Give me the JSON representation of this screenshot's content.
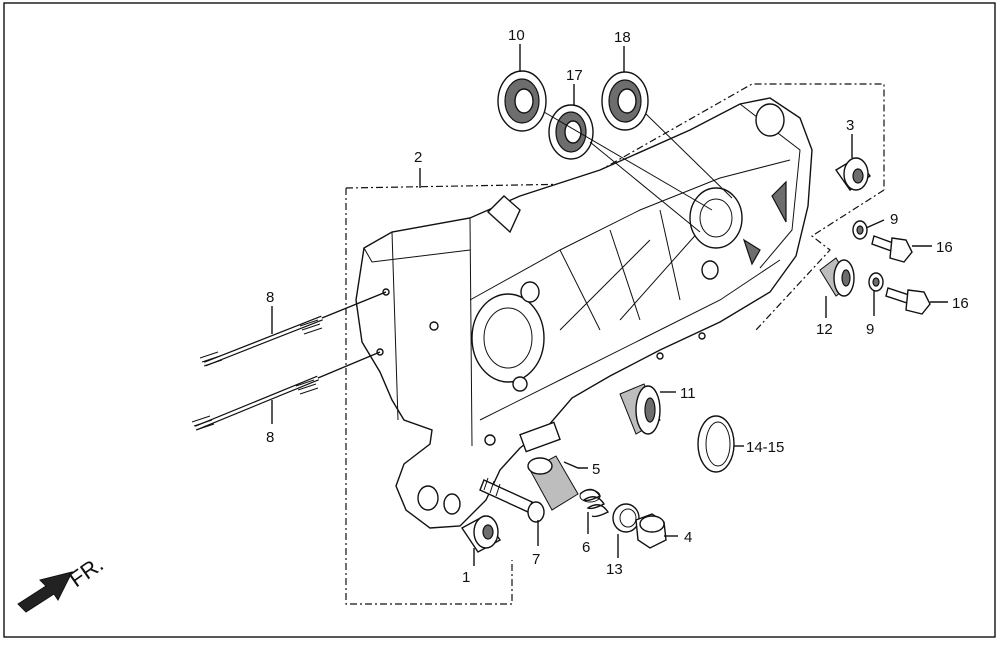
{
  "diagram": {
    "direction_label": "FR.",
    "callouts": [
      {
        "id": "c1",
        "text": "1"
      },
      {
        "id": "c2",
        "text": "2"
      },
      {
        "id": "c3",
        "text": "3"
      },
      {
        "id": "c4",
        "text": "4"
      },
      {
        "id": "c5",
        "text": "5"
      },
      {
        "id": "c6",
        "text": "6"
      },
      {
        "id": "c7",
        "text": "7"
      },
      {
        "id": "c8a",
        "text": "8"
      },
      {
        "id": "c8b",
        "text": "8"
      },
      {
        "id": "c9a",
        "text": "9"
      },
      {
        "id": "c9b",
        "text": "9"
      },
      {
        "id": "c10",
        "text": "10"
      },
      {
        "id": "c11",
        "text": "11"
      },
      {
        "id": "c12",
        "text": "12"
      },
      {
        "id": "c13",
        "text": "13"
      },
      {
        "id": "c14",
        "text": "14-15"
      },
      {
        "id": "c16a",
        "text": "16"
      },
      {
        "id": "c16b",
        "text": "16"
      },
      {
        "id": "c17",
        "text": "17"
      },
      {
        "id": "c18",
        "text": "18"
      }
    ]
  }
}
